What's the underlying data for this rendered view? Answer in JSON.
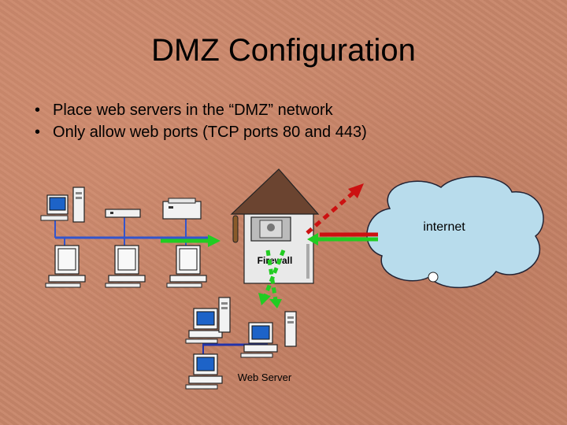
{
  "slide": {
    "title": "DMZ Configuration",
    "bullets": [
      "Place web servers in the “DMZ” network",
      "Only allow web ports (TCP ports 80 and 443)"
    ]
  },
  "diagram": {
    "labels": {
      "internet": "internet",
      "firewall": "Firewall",
      "web_server": "Web Server"
    },
    "colors": {
      "internal_lan": "#3355cc",
      "dmz_lan": "#2233aa",
      "allowed_traffic": "#22cc22",
      "blocked_traffic": "#cc1111",
      "cloud_fill": "#b8dcec",
      "roof": "#6b4430"
    }
  }
}
